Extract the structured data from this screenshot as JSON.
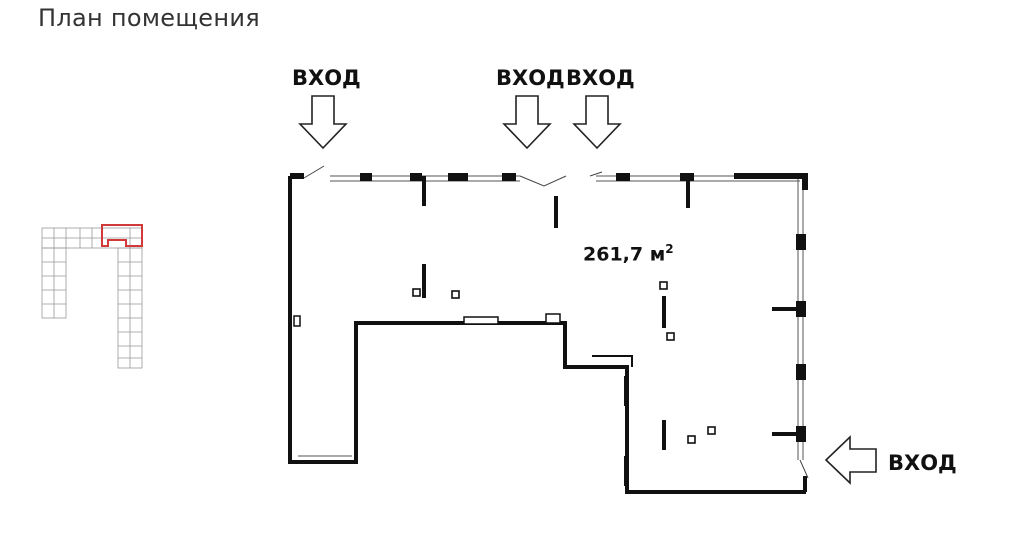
{
  "title": "План помещения",
  "entries": [
    {
      "label": "ВХОД"
    },
    {
      "label": "ВХОД"
    },
    {
      "label": "ВХОД"
    },
    {
      "label": "ВХОД"
    }
  ],
  "area": {
    "value": "261,7 м",
    "unit_sup": "2"
  }
}
